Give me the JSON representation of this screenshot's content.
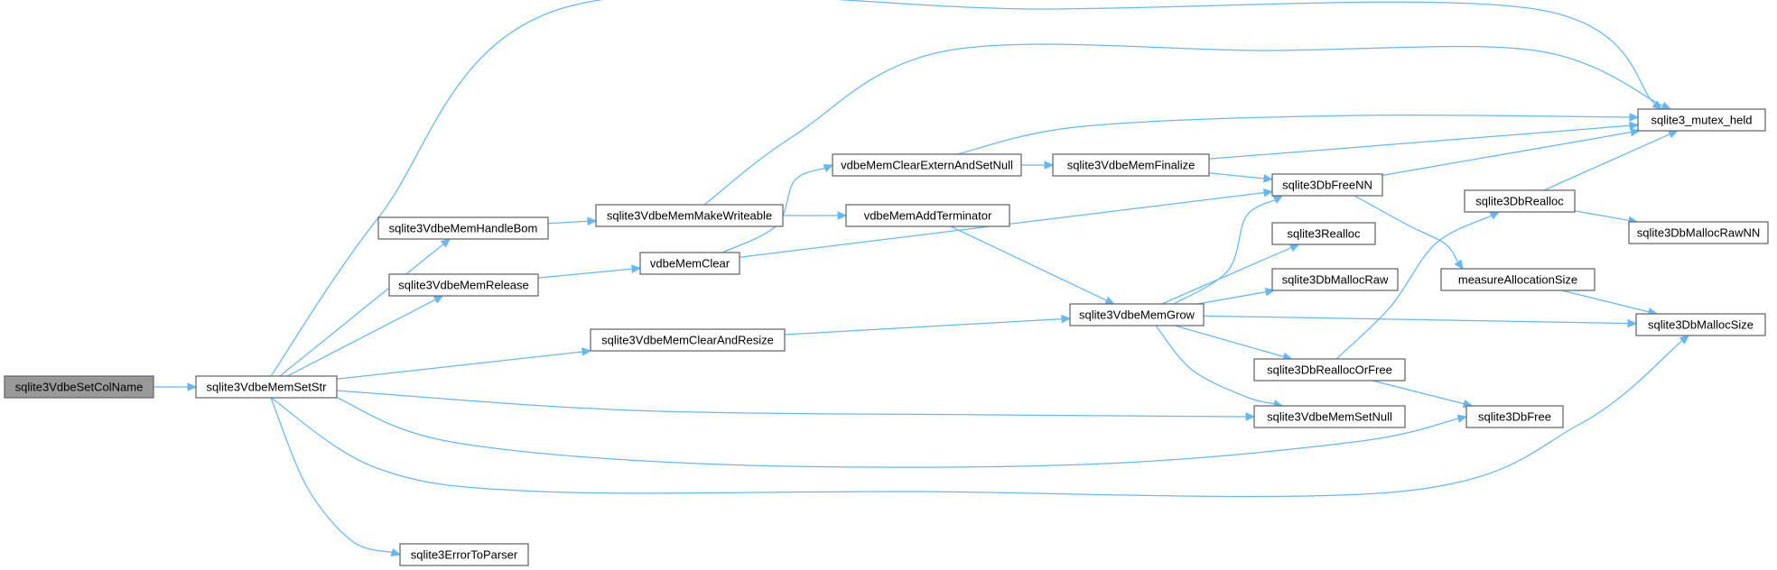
{
  "colors": {
    "edge": "#63b8ff",
    "root_fill": "#999999",
    "node_border": "#666666",
    "background": "#ffffff"
  },
  "nodes": [
    {
      "id": "root",
      "label": "sqlite3VdbeSetColName",
      "root": true
    },
    {
      "id": "setstr",
      "label": "sqlite3VdbeMemSetStr"
    },
    {
      "id": "handlebom",
      "label": "sqlite3VdbeMemHandleBom"
    },
    {
      "id": "release",
      "label": "sqlite3VdbeMemRelease"
    },
    {
      "id": "clearresize",
      "label": "sqlite3VdbeMemClearAndResize"
    },
    {
      "id": "errtoparser",
      "label": "sqlite3ErrorToParser"
    },
    {
      "id": "makewriteable",
      "label": "sqlite3VdbeMemMakeWriteable"
    },
    {
      "id": "memclear",
      "label": "vdbeMemClear"
    },
    {
      "id": "clearextern",
      "label": "vdbeMemClearExternAndSetNull"
    },
    {
      "id": "addterm",
      "label": "vdbeMemAddTerminator"
    },
    {
      "id": "finalize",
      "label": "sqlite3VdbeMemFinalize"
    },
    {
      "id": "memgrow",
      "label": "sqlite3VdbeMemGrow"
    },
    {
      "id": "dbfreenn",
      "label": "sqlite3DbFreeNN"
    },
    {
      "id": "realloc",
      "label": "sqlite3Realloc"
    },
    {
      "id": "mallocraw",
      "label": "sqlite3DbMallocRaw"
    },
    {
      "id": "reallocorfree",
      "label": "sqlite3DbReallocOrFree"
    },
    {
      "id": "setnull",
      "label": "sqlite3VdbeMemSetNull"
    },
    {
      "id": "dbrealloc",
      "label": "sqlite3DbRealloc"
    },
    {
      "id": "measure",
      "label": "measureAllocationSize"
    },
    {
      "id": "dbfree",
      "label": "sqlite3DbFree"
    },
    {
      "id": "mutexheld",
      "label": "sqlite3_mutex_held"
    },
    {
      "id": "mallocrawnn",
      "label": "sqlite3DbMallocRawNN"
    },
    {
      "id": "mallocsize",
      "label": "sqlite3DbMallocSize"
    }
  ],
  "edges": [
    [
      "root",
      "setstr"
    ],
    [
      "setstr",
      "mutexheld"
    ],
    [
      "setstr",
      "handlebom"
    ],
    [
      "setstr",
      "release"
    ],
    [
      "setstr",
      "clearresize"
    ],
    [
      "setstr",
      "setnull"
    ],
    [
      "setstr",
      "dbfree"
    ],
    [
      "setstr",
      "mallocsize"
    ],
    [
      "setstr",
      "errtoparser"
    ],
    [
      "handlebom",
      "makewriteable"
    ],
    [
      "release",
      "memclear"
    ],
    [
      "clearresize",
      "memgrow"
    ],
    [
      "makewriteable",
      "mutexheld"
    ],
    [
      "makewriteable",
      "addterm"
    ],
    [
      "memclear",
      "clearextern"
    ],
    [
      "memclear",
      "dbfreenn"
    ],
    [
      "clearextern",
      "mutexheld"
    ],
    [
      "clearextern",
      "finalize"
    ],
    [
      "addterm",
      "memgrow"
    ],
    [
      "finalize",
      "mutexheld"
    ],
    [
      "finalize",
      "dbfreenn"
    ],
    [
      "memgrow",
      "dbfreenn"
    ],
    [
      "memgrow",
      "realloc"
    ],
    [
      "memgrow",
      "mallocraw"
    ],
    [
      "memgrow",
      "mallocsize"
    ],
    [
      "memgrow",
      "reallocorfree"
    ],
    [
      "memgrow",
      "setnull"
    ],
    [
      "dbfreenn",
      "mutexheld"
    ],
    [
      "dbfreenn",
      "measure"
    ],
    [
      "reallocorfree",
      "dbrealloc"
    ],
    [
      "reallocorfree",
      "dbfree"
    ],
    [
      "dbrealloc",
      "mutexheld"
    ],
    [
      "dbrealloc",
      "mallocrawnn"
    ],
    [
      "measure",
      "mallocsize"
    ]
  ]
}
